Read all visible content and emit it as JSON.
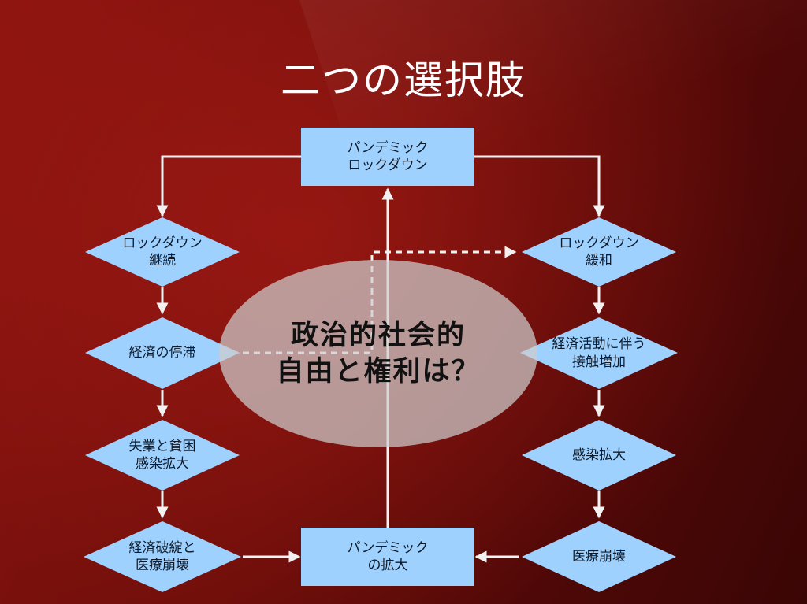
{
  "title": "二つの選択肢",
  "colors": {
    "shape_fill": "#9fd1ff",
    "connector": "#f2f2f2",
    "oval_fill": "#cdcdcd"
  },
  "nodes": {
    "top_box": "パンデミック\nロックダウン",
    "bottom_box": "パンデミック\nの拡大",
    "left": [
      "ロックダウン\n継続",
      "経済の停滞",
      "失業と貧困\n感染拡大",
      "経済破綻と\n医療崩壊"
    ],
    "right": [
      "ロックダウン\n緩和",
      "経済活動に伴う\n接触増加",
      "感染拡大",
      "医療崩壊"
    ]
  },
  "center_question": "政治的社会的\n自由と権利は？"
}
